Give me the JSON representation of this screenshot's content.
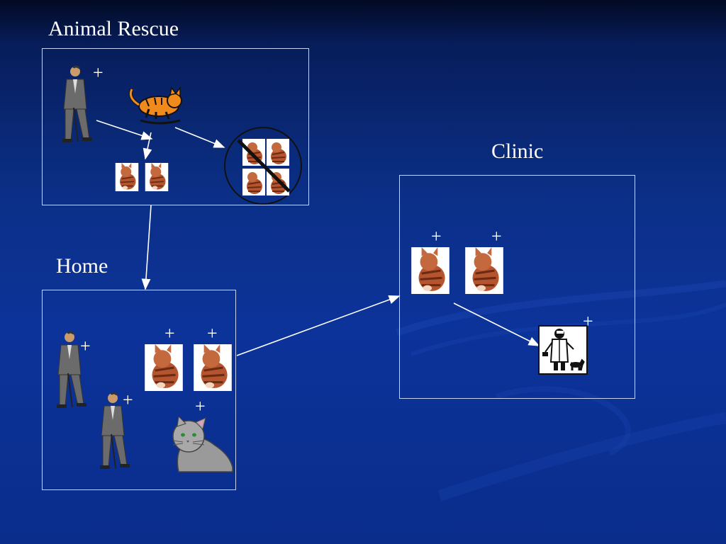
{
  "groups": {
    "rescue": {
      "title": "Animal Rescue"
    },
    "home": {
      "title": "Home"
    },
    "clinic": {
      "title": "Clinic"
    }
  },
  "plus_sign": "+",
  "icons": {
    "person": "person-icon",
    "tabby_cat": "tabby-cat-icon",
    "orange_cat": "orange-cat-icon",
    "gray_cat": "gray-cat-icon",
    "vet": "veterinarian-icon",
    "prohibited": "prohibited-icon"
  },
  "colors": {
    "background": "#0b2f86",
    "box_border": "#c8d3ee",
    "arrow": "#ffffff",
    "text": "#ffffff"
  }
}
